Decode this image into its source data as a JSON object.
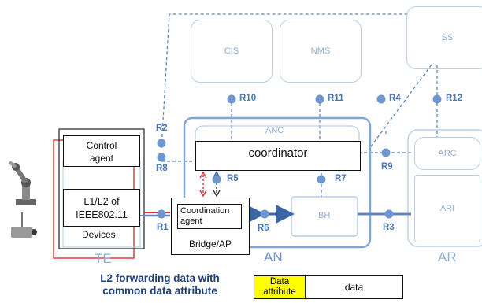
{
  "nodes": {
    "cis": "CIS",
    "nms": "NMS",
    "ss": "SS",
    "anc": "ANC",
    "coordinator": "coordinator",
    "bh": "BH",
    "arc": "ARC",
    "ari": "ARI",
    "control_agent": "Control\nagent",
    "l1l2": "L1/L2 of\nIEEE802.11",
    "devices": "Devices",
    "coordination_agent": "Coordination\nagent",
    "bridge_ap": "Bridge/AP"
  },
  "areas": {
    "te": "TE",
    "an": "AN",
    "ar": "AR"
  },
  "reference_points": [
    "R1",
    "R2",
    "R3",
    "R4",
    "R5",
    "R6",
    "R7",
    "R8",
    "R9",
    "R10",
    "R11",
    "R12"
  ],
  "legend": {
    "title": "L2 forwarding data with\ncommon data attribute",
    "attribute_cell": "Data\nattribute",
    "data_cell": "data",
    "attribute_color": "#ffff00"
  },
  "colors": {
    "interface_blue": "#4a78b8",
    "faint_blue": "#b9cfe8",
    "red": "#e03030"
  }
}
